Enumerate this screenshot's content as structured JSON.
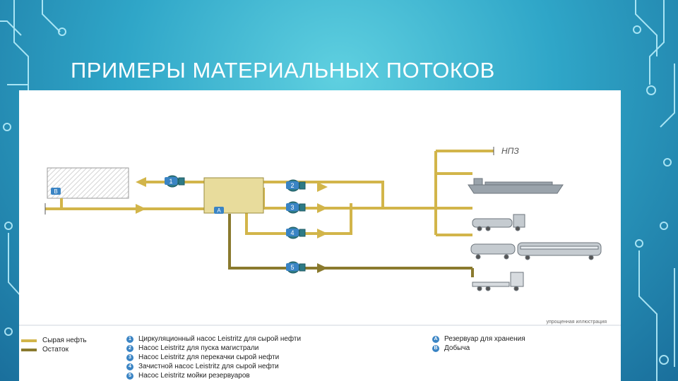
{
  "slide": {
    "title": "ПРИМЕРЫ МАТЕРИАЛЬНЫХ ПОТОКОВ"
  },
  "diagram": {
    "refinery_label": "НПЗ",
    "note": "упрощенная иллюстрация",
    "pump_badges": [
      "1",
      "2",
      "3",
      "4",
      "5"
    ],
    "tank_badge": "A",
    "production_badge": "B",
    "colors": {
      "crude": "#d2b54a",
      "residue": "#8a7a2e",
      "badge": "#3a84c4"
    }
  },
  "legend": {
    "lines": [
      {
        "label": "Сырая нефть",
        "color": "#d2b54a"
      },
      {
        "label": "Остаток",
        "color": "#8a7a2e"
      }
    ],
    "pumps": [
      {
        "badge": "1",
        "label": "Циркуляционный насос Leistritz для сырой нефти"
      },
      {
        "badge": "2",
        "label": "Насос Leistritz для пуска магистрали"
      },
      {
        "badge": "3",
        "label": "Насос Leistritz для перекачки сырой нефти"
      },
      {
        "badge": "4",
        "label": "Зачистной насос Leistritz для сырой нефти"
      },
      {
        "badge": "5",
        "label": "Насос Leistritz мойки резервуаров"
      }
    ],
    "sites": [
      {
        "badge": "A",
        "label": "Резервуар для хранения"
      },
      {
        "badge": "B",
        "label": "Добыча"
      }
    ]
  }
}
